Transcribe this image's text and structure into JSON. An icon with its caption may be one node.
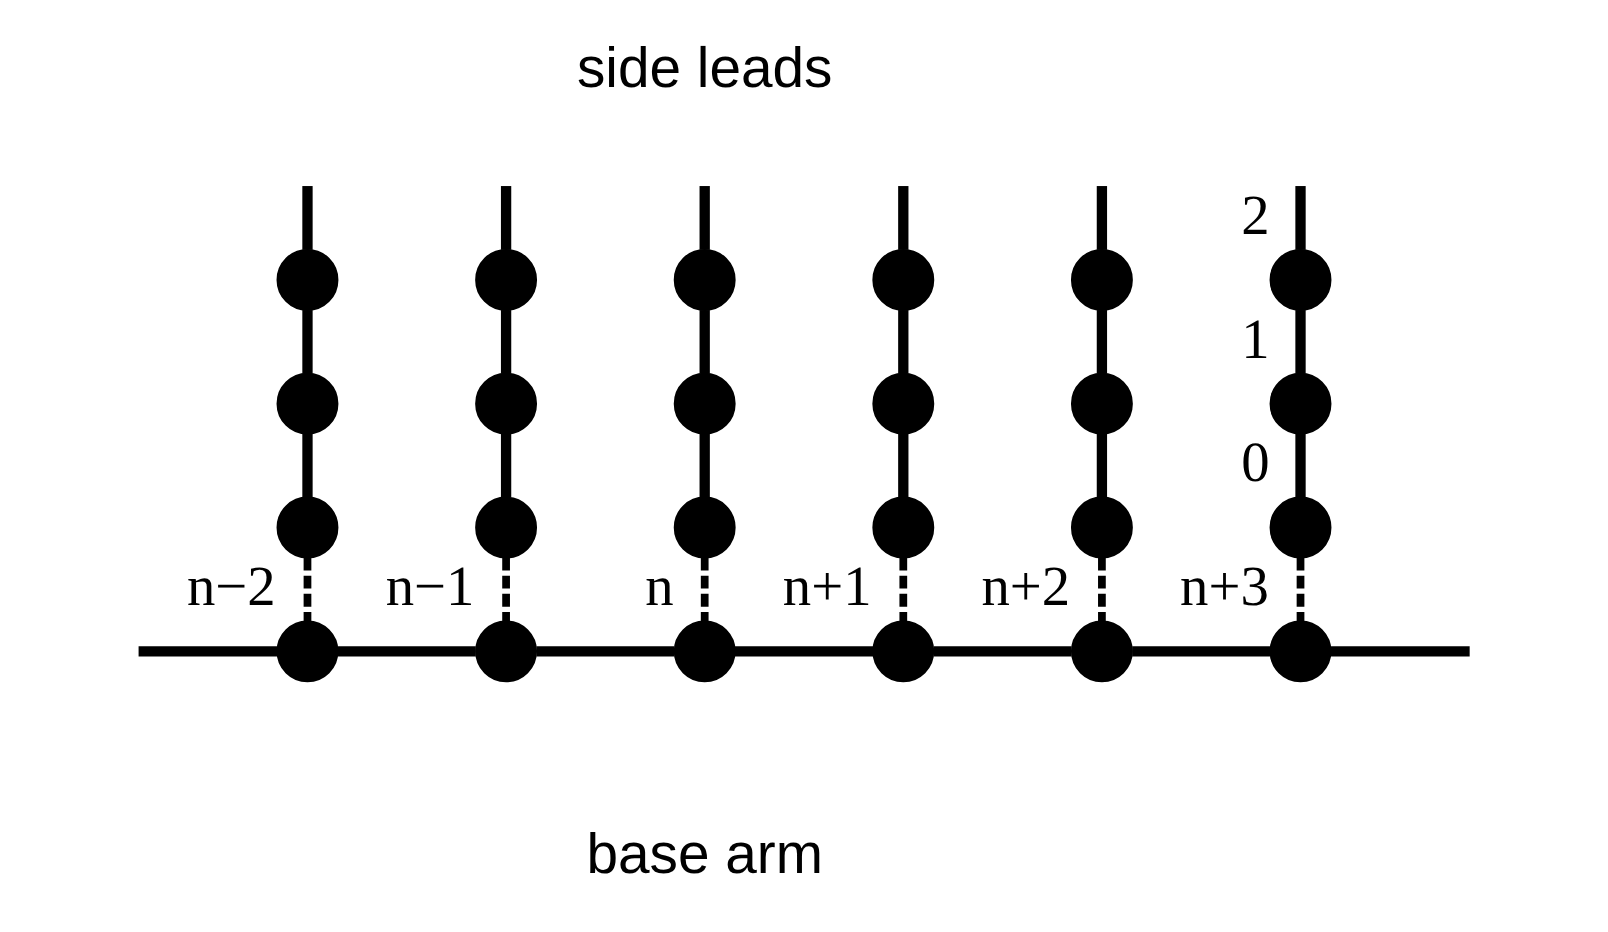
{
  "diagram": {
    "nodes": [
      {
        "text": [],
        "shape": "circle"
      },
      {
        "text": [],
        "shape": "circle"
      },
      {
        "text": [],
        "shape": "circle"
      },
      {
        "text": [],
        "shape": "circle"
      },
      {
        "text": [],
        "shape": "circle"
      },
      {
        "text": [],
        "shape": "circle",
        "beside": [
          "2"
        ]
      },
      {
        "text": [],
        "shape": "circle"
      },
      {
        "text": [],
        "shape": "circle"
      },
      {
        "text": [],
        "shape": "circle"
      },
      {
        "text": [],
        "shape": "circle"
      },
      {
        "text": [],
        "shape": "circle"
      },
      {
        "text": [],
        "shape": "circle",
        "beside": [
          "1"
        ]
      },
      {
        "text": [],
        "shape": "circle"
      },
      {
        "text": [],
        "shape": "circle"
      },
      {
        "text": [],
        "shape": "circle"
      },
      {
        "text": [],
        "shape": "circle"
      },
      {
        "text": [],
        "shape": "circle"
      },
      {
        "text": [],
        "shape": "circle",
        "beside": [
          "0"
        ]
      },
      {
        "text": [],
        "shape": "circle",
        "beside": [
          "n−2"
        ]
      },
      {
        "text": [],
        "shape": "circle",
        "beside": [
          "n−1"
        ]
      },
      {
        "text": [],
        "shape": "circle",
        "beside": [
          "n"
        ]
      },
      {
        "text": [],
        "shape": "circle",
        "beside": [
          "n+1"
        ]
      },
      {
        "text": [],
        "shape": "circle",
        "beside": [
          "n+2"
        ]
      },
      {
        "text": [],
        "shape": "circle",
        "beside": [
          "n+3"
        ]
      }
    ],
    "edges": [
      {
        "from": null,
        "to": 0,
        "arrow": "none"
      },
      {
        "from": null,
        "to": 1,
        "arrow": "none"
      },
      {
        "from": null,
        "to": 2,
        "arrow": "none"
      },
      {
        "from": null,
        "to": 3,
        "arrow": "none"
      },
      {
        "from": null,
        "to": 4,
        "arrow": "none"
      },
      {
        "from": null,
        "to": 5,
        "arrow": "none"
      },
      {
        "from": 0,
        "to": 6,
        "arrow": "none"
      },
      {
        "from": 1,
        "to": 7,
        "arrow": "none"
      },
      {
        "from": 2,
        "to": 8,
        "arrow": "none"
      },
      {
        "from": 3,
        "to": 9,
        "arrow": "none"
      },
      {
        "from": 4,
        "to": 10,
        "arrow": "none"
      },
      {
        "from": 5,
        "to": 11,
        "arrow": "none"
      },
      {
        "from": 6,
        "to": 12,
        "arrow": "none"
      },
      {
        "from": 7,
        "to": 13,
        "arrow": "none"
      },
      {
        "from": 8,
        "to": 14,
        "arrow": "none"
      },
      {
        "from": 9,
        "to": 15,
        "arrow": "none"
      },
      {
        "from": 10,
        "to": 16,
        "arrow": "none"
      },
      {
        "from": 11,
        "to": 17,
        "arrow": "none"
      },
      {
        "from": 12,
        "to": 18,
        "arrow": "none",
        "style": "dashed"
      },
      {
        "from": 13,
        "to": 19,
        "arrow": "none",
        "style": "dashed"
      },
      {
        "from": 14,
        "to": 20,
        "arrow": "none",
        "style": "dashed"
      },
      {
        "from": 15,
        "to": 21,
        "arrow": "none",
        "style": "dashed"
      },
      {
        "from": 16,
        "to": 22,
        "arrow": "none",
        "style": "dashed"
      },
      {
        "from": 17,
        "to": 23,
        "arrow": "none",
        "style": "dashed"
      },
      {
        "from": null,
        "to": 18,
        "arrow": "none"
      },
      {
        "from": 18,
        "to": 19,
        "arrow": "none"
      },
      {
        "from": 19,
        "to": 20,
        "arrow": "none"
      },
      {
        "from": 20,
        "to": 21,
        "arrow": "none"
      },
      {
        "from": 21,
        "to": 22,
        "arrow": "none"
      },
      {
        "from": 22,
        "to": 23,
        "arrow": "none"
      },
      {
        "from": 23,
        "to": null,
        "arrow": "none"
      }
    ],
    "labels": [
      "side leads",
      "base arm"
    ]
  }
}
